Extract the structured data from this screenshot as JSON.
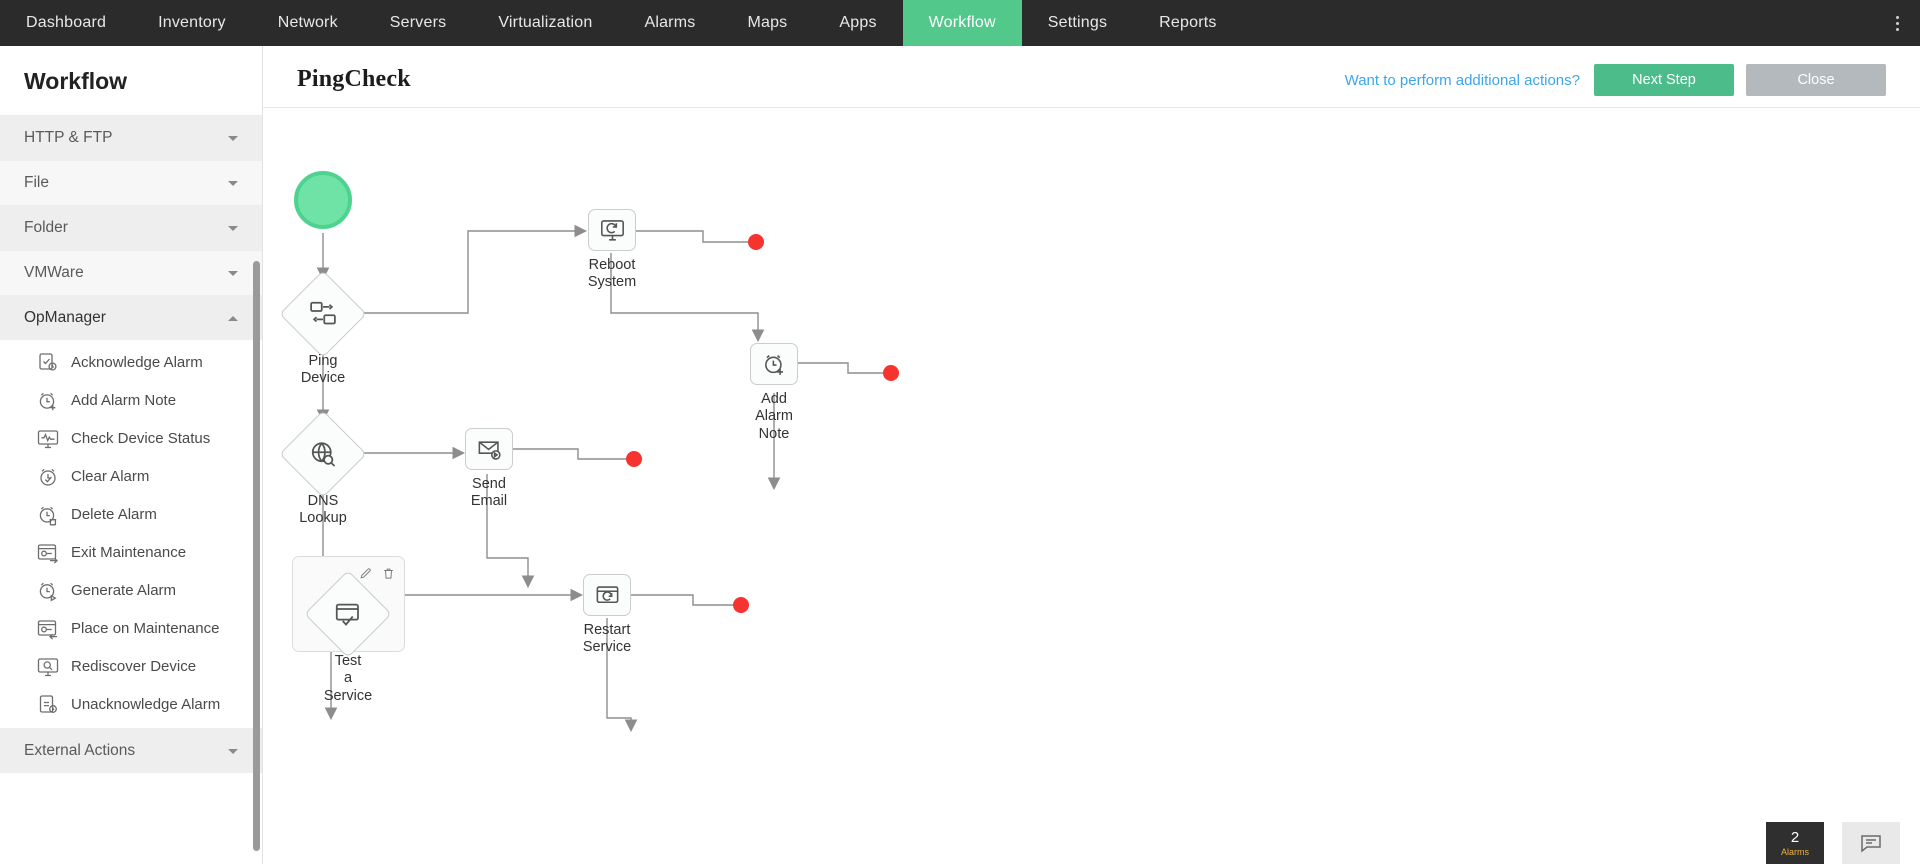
{
  "topnav": {
    "items": [
      {
        "label": "Dashboard",
        "active": false
      },
      {
        "label": "Inventory",
        "active": false
      },
      {
        "label": "Network",
        "active": false
      },
      {
        "label": "Servers",
        "active": false
      },
      {
        "label": "Virtualization",
        "active": false
      },
      {
        "label": "Alarms",
        "active": false
      },
      {
        "label": "Maps",
        "active": false
      },
      {
        "label": "Apps",
        "active": false
      },
      {
        "label": "Workflow",
        "active": true
      },
      {
        "label": "Settings",
        "active": false
      },
      {
        "label": "Reports",
        "active": false
      }
    ],
    "active_color": "#52c88b",
    "bar_color": "#2b2b2b"
  },
  "sidebar": {
    "title": "Workflow",
    "groups": [
      {
        "label": "HTTP & FTP",
        "expanded": false
      },
      {
        "label": "File",
        "expanded": false
      },
      {
        "label": "Folder",
        "expanded": false
      },
      {
        "label": "VMWare",
        "expanded": false
      },
      {
        "label": "OpManager",
        "expanded": true
      },
      {
        "label": "External Actions",
        "expanded": false
      }
    ],
    "opmanager_items": [
      {
        "label": "Acknowledge Alarm",
        "icon": "acknowledge-alarm-icon"
      },
      {
        "label": "Add Alarm Note",
        "icon": "add-alarm-note-icon"
      },
      {
        "label": "Check Device Status",
        "icon": "check-device-status-icon"
      },
      {
        "label": "Clear Alarm",
        "icon": "clear-alarm-icon"
      },
      {
        "label": "Delete Alarm",
        "icon": "delete-alarm-icon"
      },
      {
        "label": "Exit Maintenance",
        "icon": "exit-maintenance-icon"
      },
      {
        "label": "Generate Alarm",
        "icon": "generate-alarm-icon"
      },
      {
        "label": "Place on Maintenance",
        "icon": "place-on-maintenance-icon"
      },
      {
        "label": "Rediscover Device",
        "icon": "rediscover-device-icon"
      },
      {
        "label": "Unacknowledge Alarm",
        "icon": "unacknowledge-alarm-icon"
      }
    ]
  },
  "header": {
    "page_title": "PingCheck",
    "additional_actions_link": "Want to perform additional actions?",
    "next_step_label": "Next Step",
    "close_label": "Close",
    "next_color": "#4cbd8a",
    "close_color": "#b4b9bd",
    "link_color": "#3ba7e8"
  },
  "diagram": {
    "start_label": "",
    "nodes": [
      {
        "id": "start",
        "type": "start",
        "label": "",
        "icon": "start-circle-icon"
      },
      {
        "id": "ping_device",
        "type": "condition",
        "label": "Ping Device",
        "icon": "ping-device-icon"
      },
      {
        "id": "reboot_system",
        "type": "action",
        "label": "Reboot System",
        "icon": "reboot-system-icon"
      },
      {
        "id": "add_alarm_note",
        "type": "action",
        "label": "Add Alarm Note",
        "icon": "add-alarm-note-icon"
      },
      {
        "id": "dns_lookup",
        "type": "condition",
        "label": "DNS Lookup",
        "icon": "dns-lookup-icon"
      },
      {
        "id": "send_email",
        "type": "action",
        "label": "Send Email",
        "icon": "send-email-icon"
      },
      {
        "id": "test_service",
        "type": "condition",
        "label": "Test a Service",
        "icon": "test-a-service-icon",
        "selected": true
      },
      {
        "id": "restart_service",
        "type": "action",
        "label": "Restart Service",
        "icon": "restart-service-icon"
      }
    ],
    "end_dot_color": "#f5332f",
    "selected_tools": [
      {
        "name": "edit-icon",
        "label": "Edit"
      },
      {
        "name": "delete-icon",
        "label": "Delete"
      }
    ]
  },
  "footer_widgets": {
    "alarm_count": "2",
    "alarm_caption": "Alarms",
    "chat_icon": "chat-icon"
  }
}
